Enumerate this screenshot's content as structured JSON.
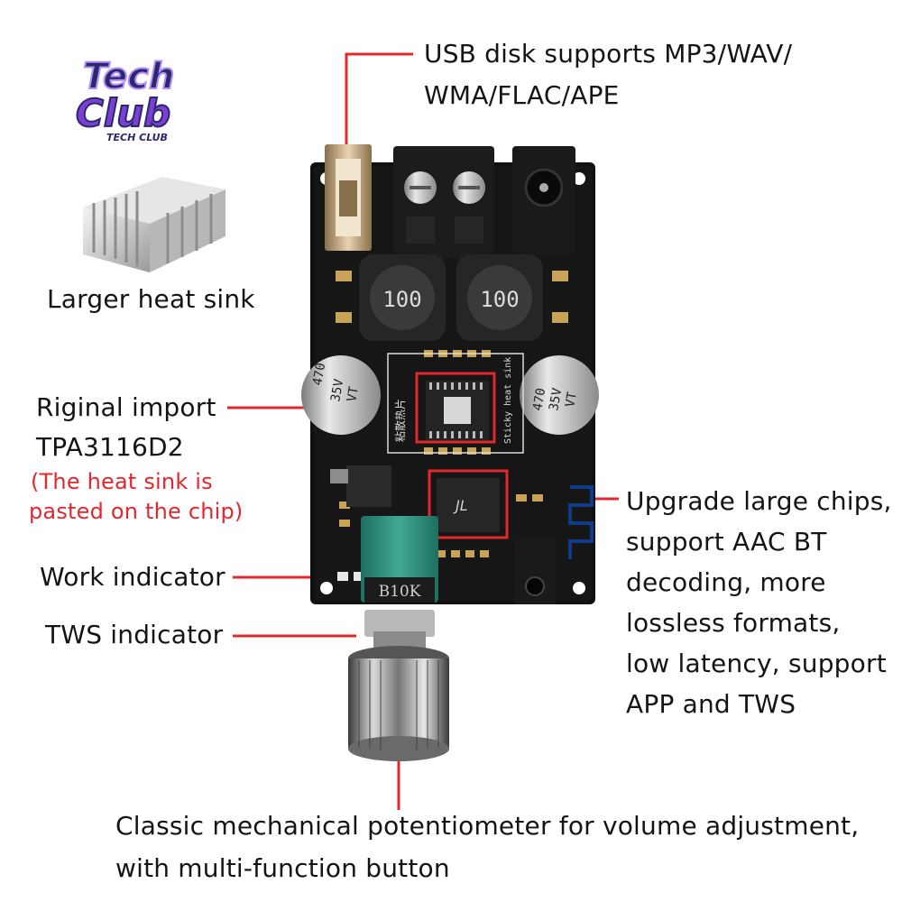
{
  "logo": {
    "text_line1": "Tech",
    "text_line2": "Club",
    "subtext": "TECH CLUB"
  },
  "labels": {
    "usb": [
      "USB disk supports MP3/WAV/",
      "WMA/FLAC/APE"
    ],
    "heat_sink": "Larger heat sink",
    "chip": [
      "Riginal import",
      "TPA3116D2"
    ],
    "chip_note": [
      "(The heat sink is",
      "pasted on the chip)"
    ],
    "work_indicator": "Work indicator",
    "tws_indicator": "TWS indicator",
    "upgrade": [
      "Upgrade large chips,",
      "support AAC BT",
      "decoding, more",
      "lossless formats,",
      "low latency, support",
      "APP and TWS"
    ],
    "potentiometer": [
      "Classic mechanical potentiometer for volume adjustment,",
      "with multi-function button"
    ]
  },
  "board_marks": {
    "inductor_left": "100",
    "inductor_right": "100",
    "cap_left": [
      "470",
      "35V",
      "VT"
    ],
    "cap_right": [
      "470",
      "35V",
      "VT"
    ],
    "sticky_cn": "粘散热片",
    "sticky_en": "Sticky heat sink",
    "pot_value": "B10K"
  },
  "colors": {
    "accent_red": "#e0282e",
    "board": "#101010",
    "pot_green": "#2f8f7c",
    "logo_purple": "#7b3fd6"
  }
}
